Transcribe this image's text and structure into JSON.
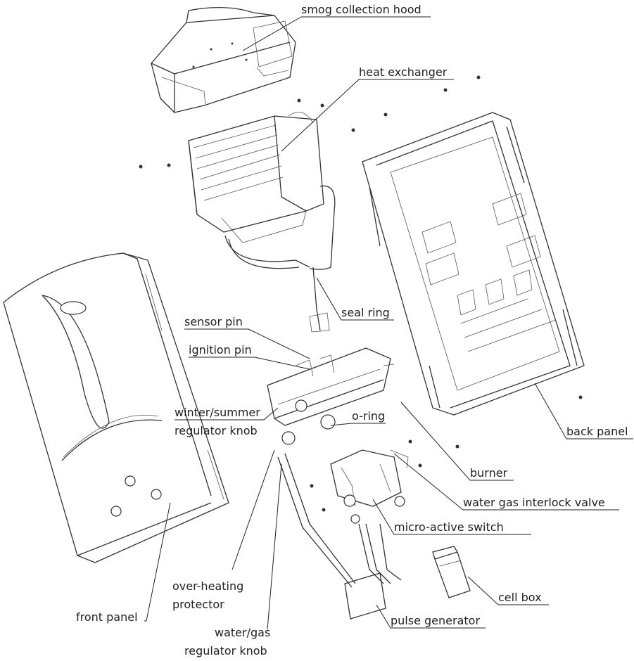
{
  "labels": {
    "smog_collection_hood": "smog collection hood",
    "heat_exchanger": "heat exchanger",
    "seal_ring": "seal ring",
    "sensor_pin": "sensor pin",
    "ignition_pin": "ignition pin",
    "winter_summer_regulator_knob_1": "winter/summer",
    "winter_summer_regulator_knob_2": "regulator knob",
    "o_ring": "o-ring",
    "back_panel": "back panel",
    "burner": "burner",
    "water_gas_interlock_valve": "water gas interlock valve",
    "micro_active_switch": "micro-active switch",
    "over_heating_protector_1": "over-heating",
    "over_heating_protector_2": "protector",
    "cell_box": "cell box",
    "front_panel": "front panel",
    "pulse_generator": "pulse generator",
    "water_gas_regulator_knob_1": "water/gas",
    "water_gas_regulator_knob_2": "regulator knob"
  }
}
